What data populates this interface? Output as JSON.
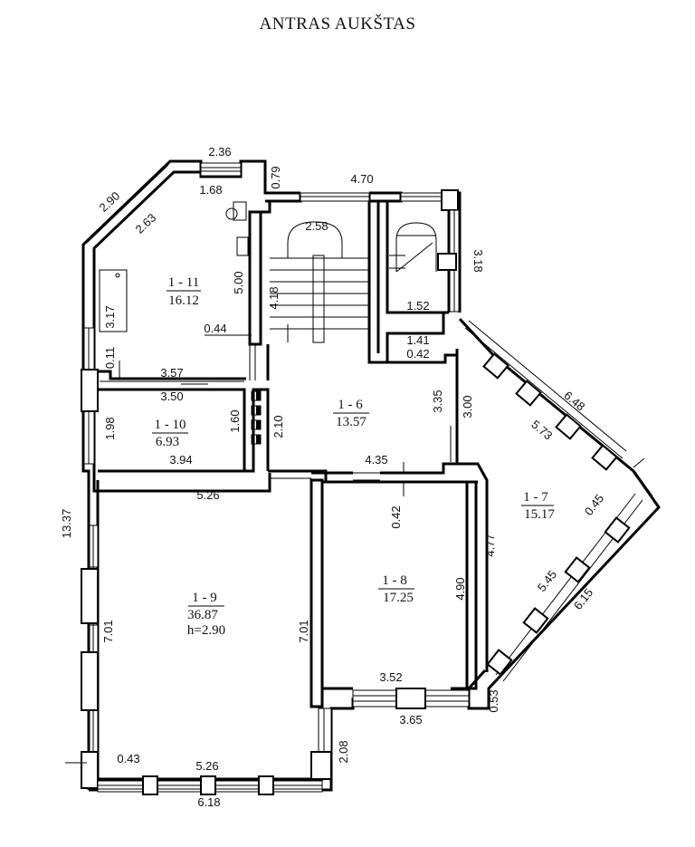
{
  "title": "ANTRAS AUKŠTAS",
  "rooms": {
    "r11": {
      "id": "1 - 11",
      "area": "16.12"
    },
    "r10": {
      "id": "1 - 10",
      "area": "6.93"
    },
    "r6": {
      "id": "1 - 6",
      "area": "13.57"
    },
    "r7": {
      "id": "1 - 7",
      "area": "15.17"
    },
    "r8": {
      "id": "1 - 8",
      "area": "17.25"
    },
    "r9": {
      "id": "1 - 9",
      "area": "36.87",
      "height": "h=2.90"
    }
  },
  "dims": {
    "d236": "2.36",
    "d079": "0.79",
    "d470": "4.70",
    "d290": "2.90",
    "d168": "1.68",
    "d263": "2.63",
    "d258": "2.58",
    "d318": "3.18",
    "d500": "5.00",
    "d418": "4.18",
    "d317": "3.17",
    "d044": "0.44",
    "d152": "1.52",
    "d141": "1.41",
    "d042": "0.42",
    "d011": "0.11",
    "d357": "3.57",
    "d350": "3.50",
    "d198": "1.98",
    "d160": "1.60",
    "d210": "2.10",
    "d335": "3.35",
    "d300": "3.00",
    "d648": "6.48",
    "d573": "5.73",
    "d394": "3.94",
    "d435": "4.35",
    "d526a": "5.26",
    "d1337": "13.37",
    "d045": "0.45",
    "d042b": "0.42",
    "d477": "4.77",
    "d545": "5.45",
    "d490": "4.90",
    "d615": "6.15",
    "d701a": "7.01",
    "d701b": "7.01",
    "d352": "3.52",
    "d053": "0.53",
    "d365": "3.65",
    "d208": "2.08",
    "d043": "0.43",
    "d526b": "5.26",
    "d618": "6.18"
  }
}
